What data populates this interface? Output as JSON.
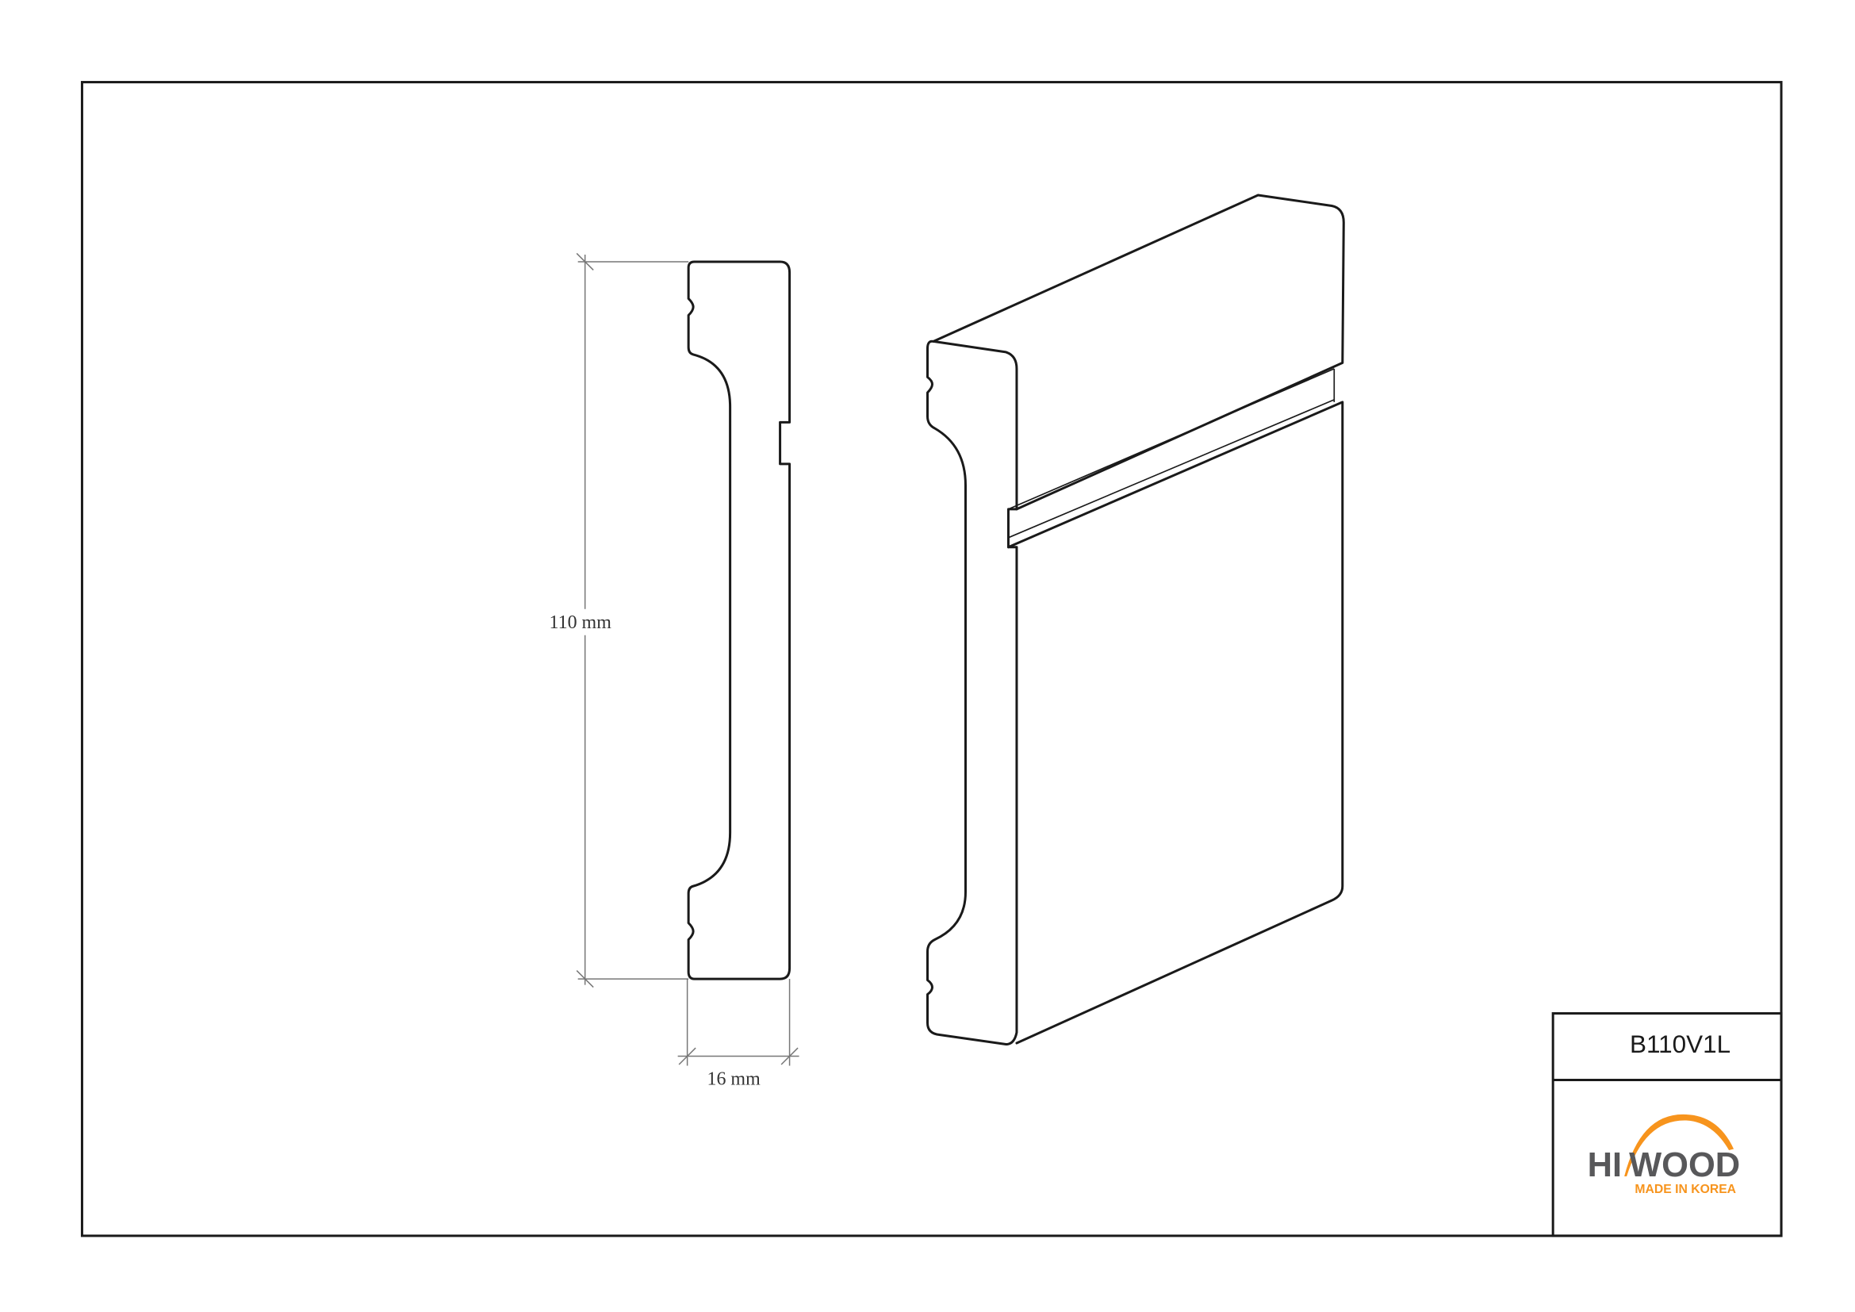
{
  "drawing": {
    "height_dimension": "110 mm",
    "width_dimension": "16 mm"
  },
  "title_block": {
    "product_code": "B110V1L",
    "logo_text_left": "HI",
    "logo_text_right": "WOOD",
    "logo_tagline": "MADE IN KOREA",
    "brand_color": "#f7941d",
    "logo_gray": "#58585a"
  }
}
